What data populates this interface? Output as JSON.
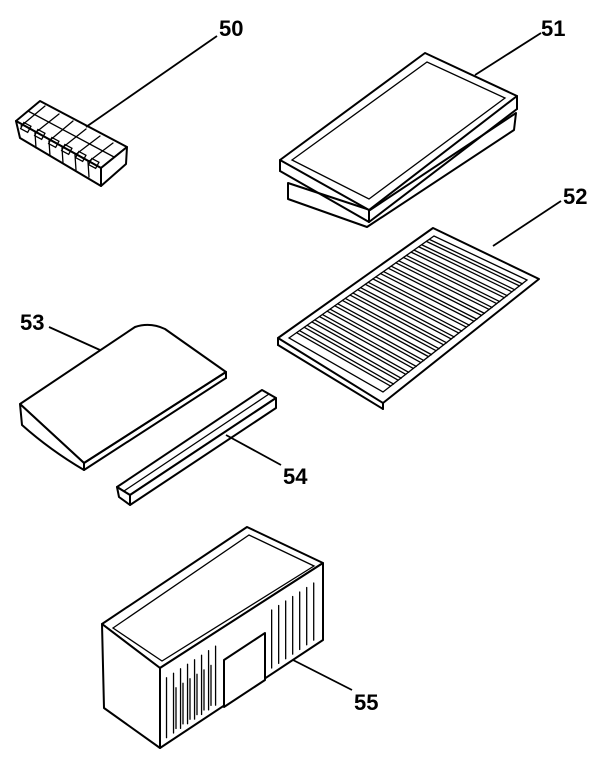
{
  "callouts": {
    "c50": "50",
    "c51": "51",
    "c52": "52",
    "c53": "53",
    "c54": "54",
    "c55": "55"
  }
}
